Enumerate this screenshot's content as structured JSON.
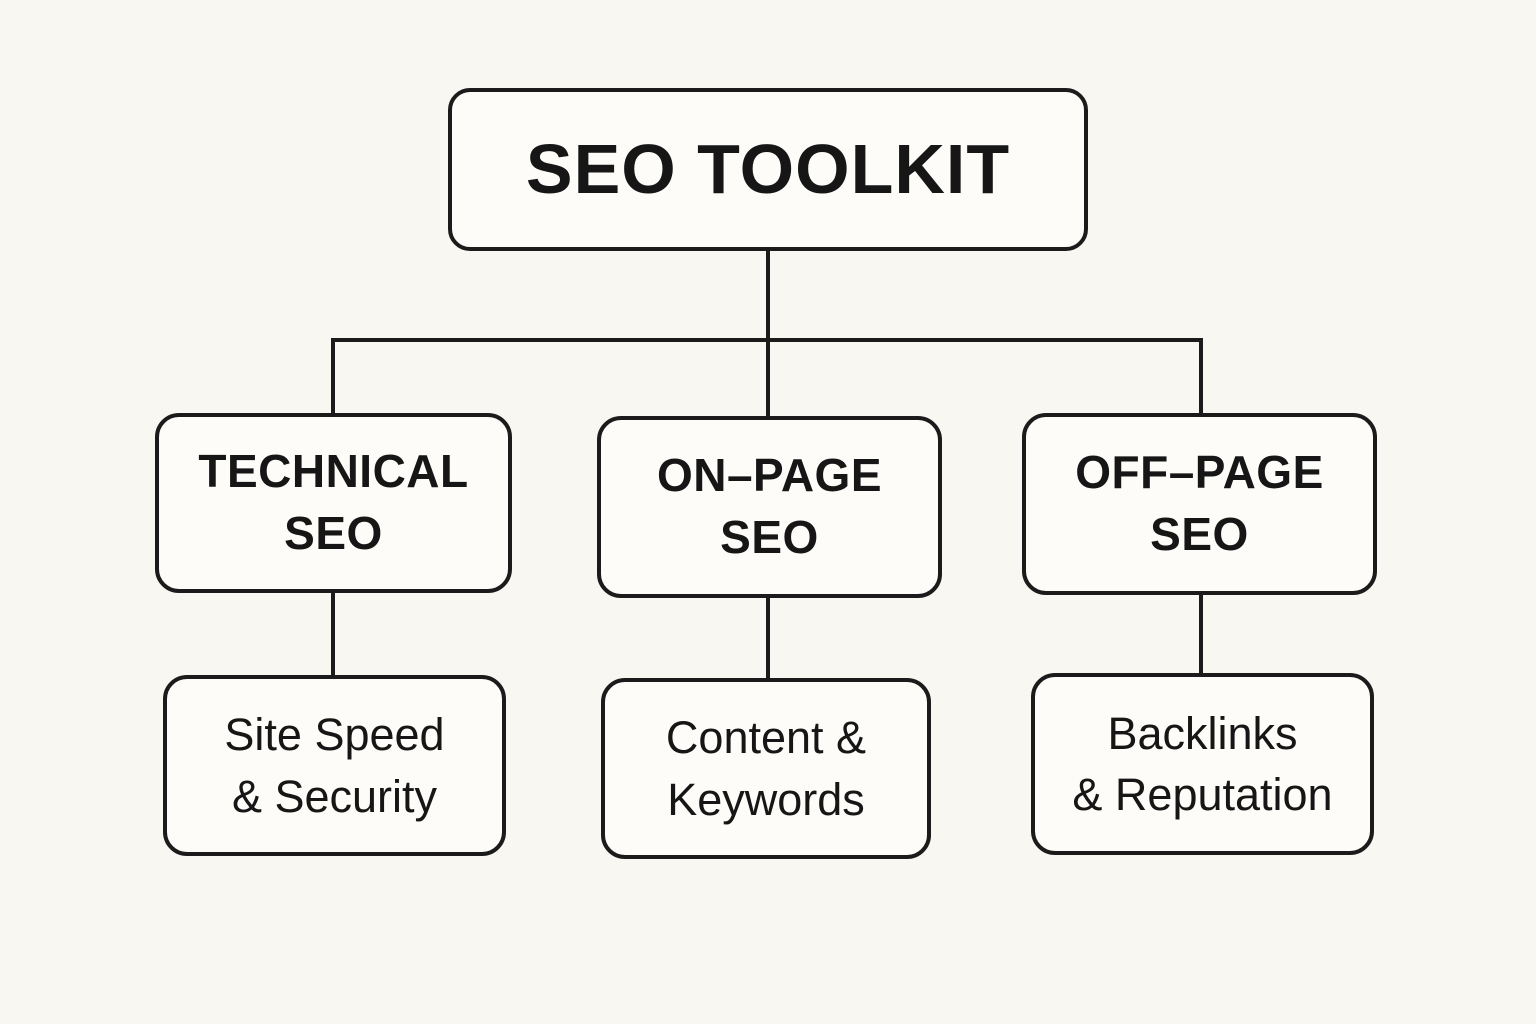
{
  "diagram": {
    "colors": {
      "background": "#f8f7f2",
      "box_fill": "#fdfcf9",
      "line": "#1b1b1b",
      "text": "#161616"
    },
    "root": {
      "label": "SEO TOOLKIT"
    },
    "branches": [
      {
        "title_lines": [
          "TECHNICAL",
          "SEO"
        ],
        "child_lines": [
          "Site Speed",
          "& Security"
        ]
      },
      {
        "title_lines": [
          "ON–PAGE",
          "SEO"
        ],
        "child_lines": [
          "Content &",
          "Keywords"
        ]
      },
      {
        "title_lines": [
          "OFF–PAGE",
          "SEO"
        ],
        "child_lines": [
          "Backlinks",
          "& Reputation"
        ]
      }
    ]
  }
}
